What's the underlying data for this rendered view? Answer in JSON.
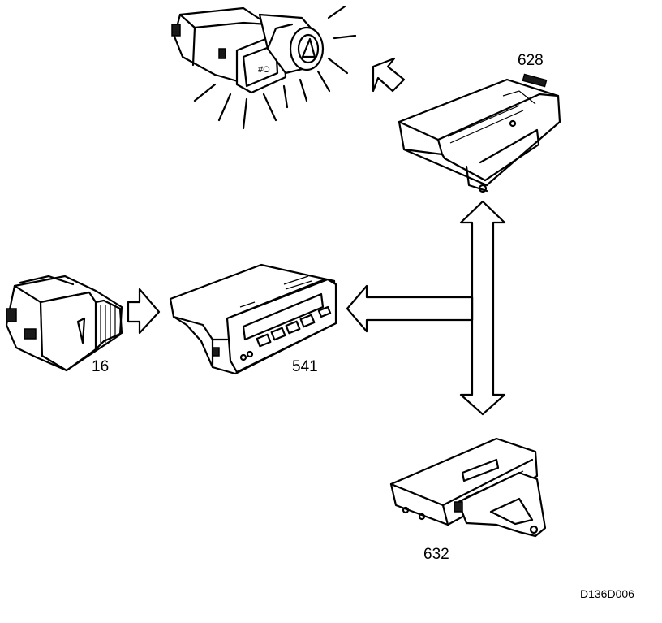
{
  "components": [
    {
      "id": "switch",
      "label": "16"
    },
    {
      "id": "display",
      "label": "541"
    },
    {
      "id": "control_unit_upper",
      "label": "628"
    },
    {
      "id": "control_unit_lower",
      "label": "632"
    }
  ],
  "reference": "D136D006"
}
